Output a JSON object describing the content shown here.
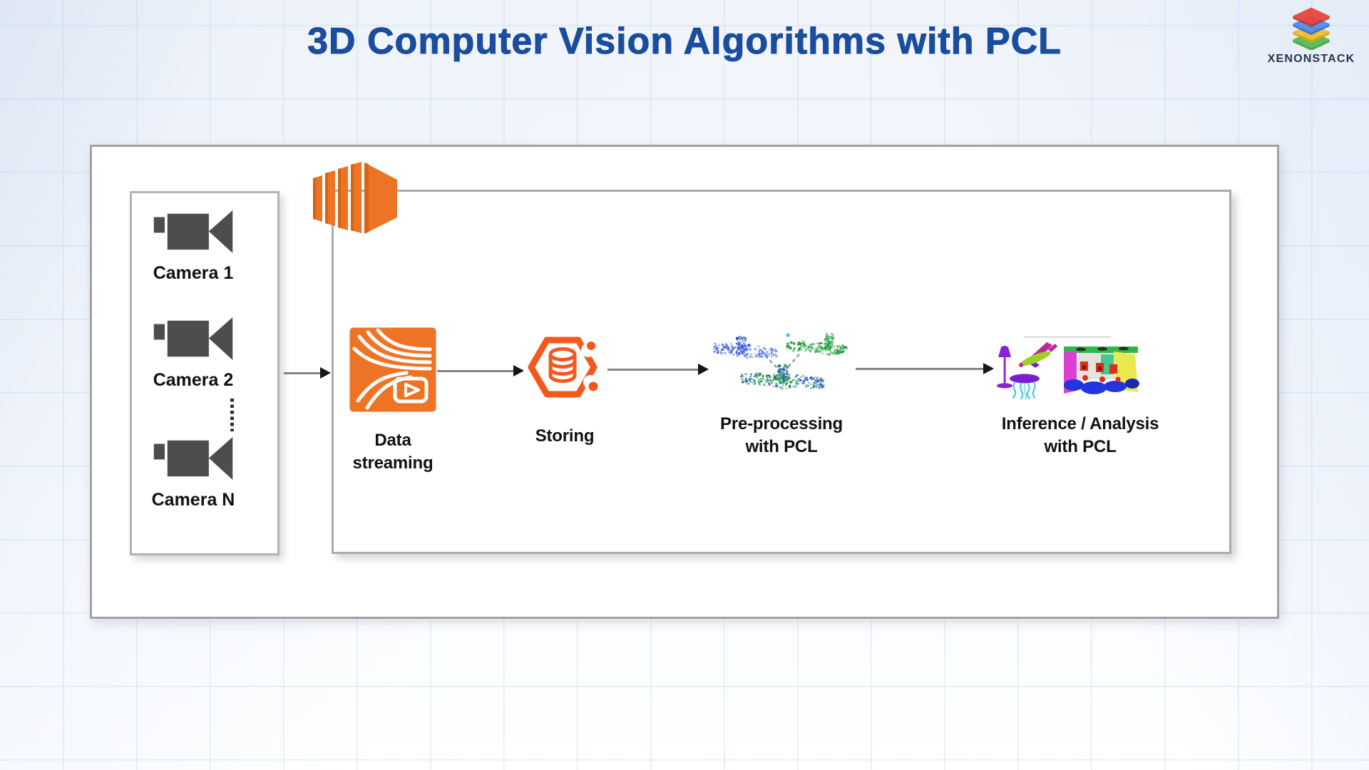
{
  "header": {
    "title": "3D Computer Vision Algorithms with PCL"
  },
  "logo": {
    "text": "XENONSTACK",
    "layer_colors": [
      "#E8463C",
      "#4B8EF5",
      "#F3C02C",
      "#57B94F"
    ]
  },
  "sources": {
    "items": [
      {
        "label": "Camera 1"
      },
      {
        "label": "Camera 2"
      },
      {
        "label": "Camera N"
      }
    ]
  },
  "pipeline": {
    "steps": [
      {
        "name": "data-streaming",
        "line1": "Data",
        "line2": "streaming"
      },
      {
        "name": "storing",
        "line1": "Storing",
        "line2": ""
      },
      {
        "name": "pre-processing",
        "line1": "Pre-processing",
        "line2": "with PCL"
      },
      {
        "name": "inference",
        "line1": "Inference / Analysis",
        "line2": "with PCL"
      }
    ]
  },
  "colors": {
    "title_blue": "#1A4D9E",
    "aws_orange": "#ED7425",
    "aws_orange_dark": "#D2620F",
    "hex_orange": "#F4581D",
    "camera_gray": "#4D4D4D",
    "arrow_gray": "#858585"
  }
}
